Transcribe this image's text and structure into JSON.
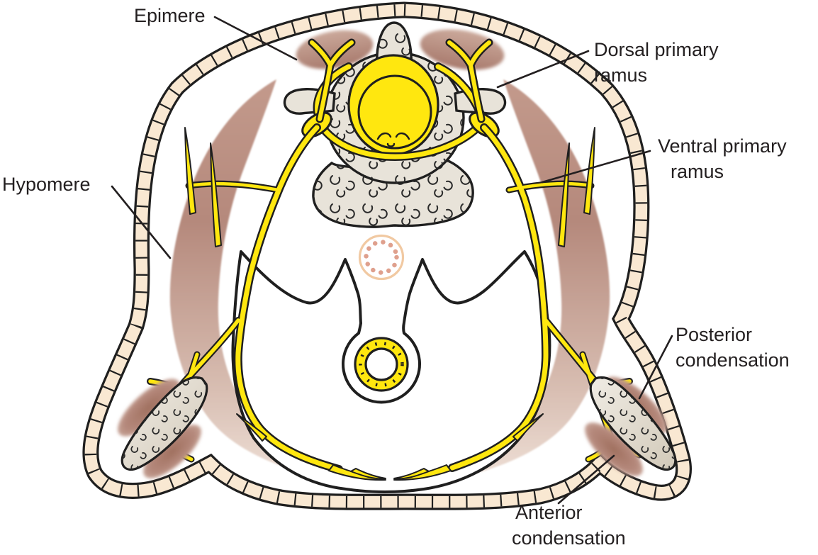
{
  "figure": {
    "title_hint": "Embryo trunk cross-section with myotome and nerve labels",
    "labels": {
      "epimere": {
        "text": "Epimere"
      },
      "hypomere": {
        "text": "Hypomere"
      },
      "dorsal_primary_ramus": {
        "lines": [
          "Dorsal primary",
          "ramus"
        ]
      },
      "ventral_primary_ramus": {
        "lines": [
          "Ventral primary",
          "ramus"
        ]
      },
      "posterior_condensation": {
        "lines": [
          "Posterior",
          "condensation"
        ]
      },
      "anterior_condensation": {
        "lines": [
          "Anterior",
          "condensation"
        ]
      }
    },
    "colors": {
      "background": "#ffffff",
      "outline": "#1f1f1f",
      "label_text": "#231f20",
      "nerve_yellow": "#ffe70f",
      "skin_band": "#f9e8d2",
      "muscle_brown": "#b5897c",
      "muscle_brown_light": "#e4cdc3",
      "cartilage_gray": "#e8e3d9",
      "aorta_ring": "#f1c9a2",
      "aorta_dots": "#dfa08d"
    }
  }
}
